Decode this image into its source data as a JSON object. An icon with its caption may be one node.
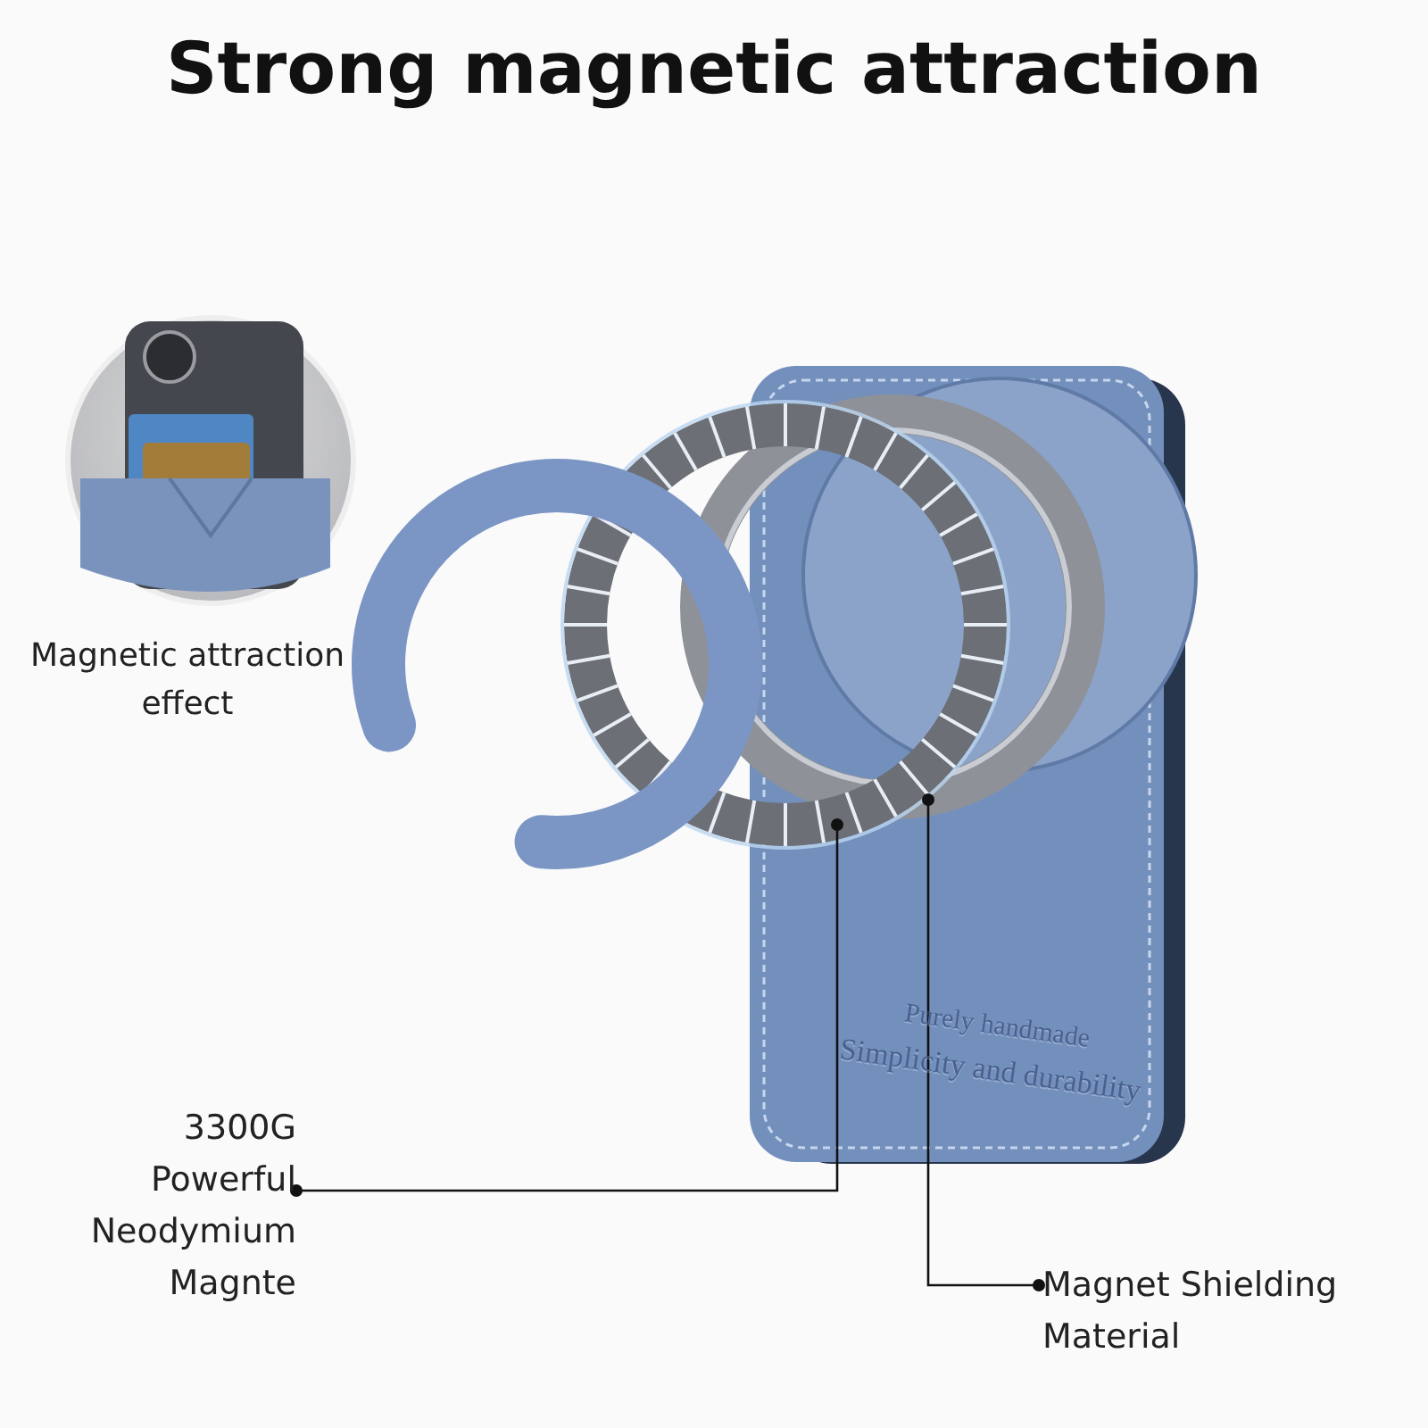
{
  "diagram": {
    "title": "Strong magnetic attraction",
    "nodes": [
      {
        "text": [
          "3300G Powerful Neodymium Magnte"
        ]
      },
      {
        "text": [],
        "shape": "picture"
      },
      {
        "text": [
          "Magnet Shielding Material"
        ]
      },
      {
        "text": [],
        "shape": "picture"
      }
    ],
    "edges": [
      {
        "from": 0,
        "to": 1,
        "arrow": "other"
      },
      {
        "from": 2,
        "to": 3,
        "arrow": "other"
      }
    ],
    "labels": [
      "Magnetic attraction effect",
      "Purely handmade",
      "Simplicity and durability"
    ]
  }
}
